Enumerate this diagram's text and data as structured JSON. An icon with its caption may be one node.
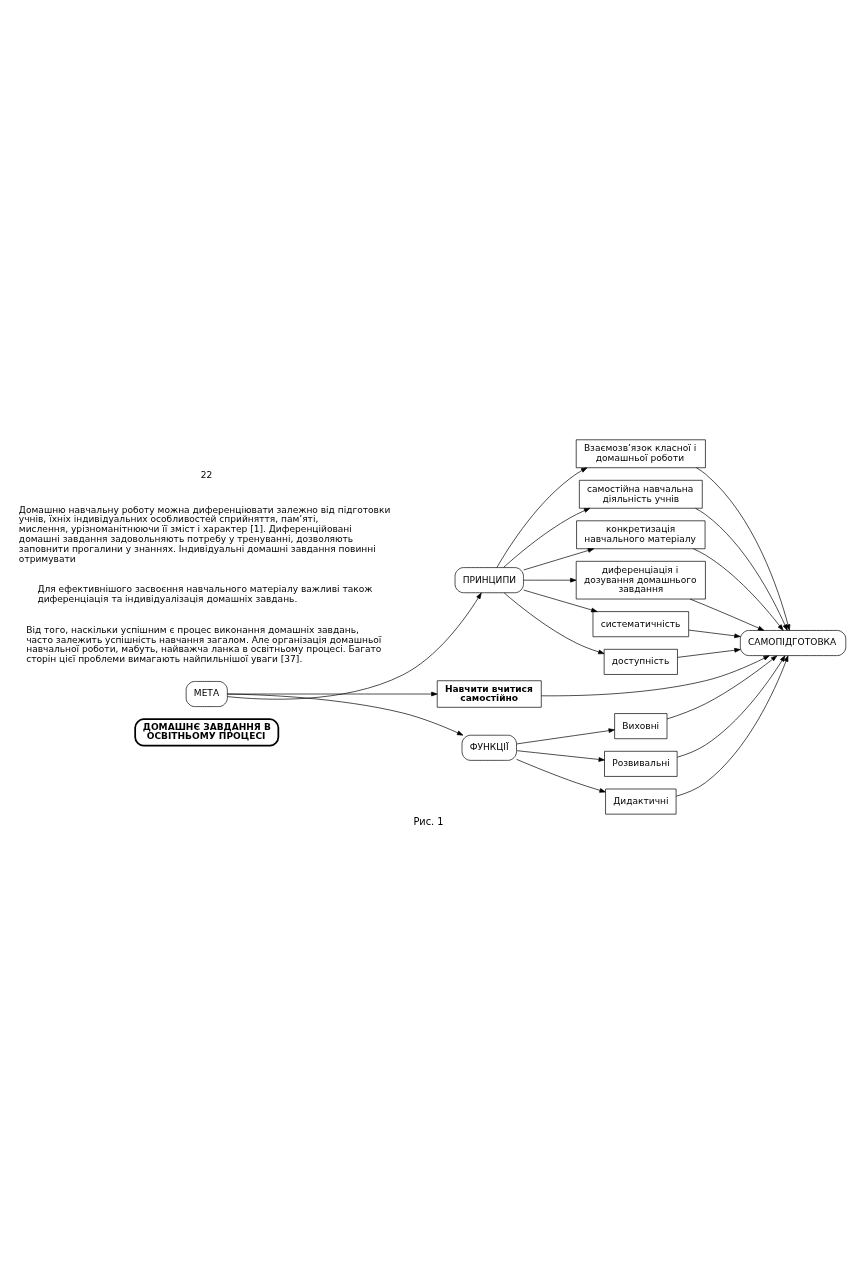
{
  "diagram": {
    "caption": "Рис. 1",
    "nodes": [
      {
        "text": [
          "ДОМАШНЄ ЗАВДАННЯ В ОСВІТНЬОМУ ПРОЦЕСІ"
        ]
      },
      {
        "text": [
          "ПРИНЦИПИ"
        ]
      },
      {
        "text": [
          "Взаємозв’язок класної і домашньої роботи"
        ]
      },
      {
        "text": [
          "самостійна навчальна діяльність учнів"
        ]
      },
      {
        "text": [
          "конкретизація навчального матеріалу"
        ]
      },
      {
        "text": [
          "диференціація і дозування домашнього завдання"
        ]
      },
      {
        "text": [
          "систематичність"
        ]
      },
      {
        "text": [
          "доступність"
        ]
      },
      {
        "text": [
          "МЕТА"
        ]
      },
      {
        "text": [
          "Навчити вчитися самостійно"
        ]
      },
      {
        "text": [
          "САМОПІДГОТОВКА"
        ]
      },
      {
        "text": [
          "ФУНКЦІЇ"
        ]
      },
      {
        "text": [
          "Виховні"
        ]
      },
      {
        "text": [
          "Розвивальні"
        ]
      },
      {
        "text": [
          "Дидактичні"
        ]
      }
    ],
    "edges": [
      {
        "from": 8,
        "to": 1,
        "arrow": "to"
      },
      {
        "from": 8,
        "to": 9,
        "arrow": "to"
      },
      {
        "from": 8,
        "to": 11,
        "arrow": "to"
      },
      {
        "from": 1,
        "to": 2,
        "arrow": "to"
      },
      {
        "from": 1,
        "to": 3,
        "arrow": "to"
      },
      {
        "from": 1,
        "to": 4,
        "arrow": "to"
      },
      {
        "from": 1,
        "to": 5,
        "arrow": "to"
      },
      {
        "from": 1,
        "to": 6,
        "arrow": "to"
      },
      {
        "from": 1,
        "to": 7,
        "arrow": "to"
      },
      {
        "from": 2,
        "to": 10,
        "arrow": "to"
      },
      {
        "from": 3,
        "to": 10,
        "arrow": "to"
      },
      {
        "from": 4,
        "to": 10,
        "arrow": "to"
      },
      {
        "from": 5,
        "to": 10,
        "arrow": "to"
      },
      {
        "from": 6,
        "to": 10,
        "arrow": "to"
      },
      {
        "from": 7,
        "to": 10,
        "arrow": "to"
      },
      {
        "from": 9,
        "to": 10,
        "arrow": "to"
      },
      {
        "from": 11,
        "to": 12,
        "arrow": "to"
      },
      {
        "from": 11,
        "to": 13,
        "arrow": "to"
      },
      {
        "from": 11,
        "to": 14,
        "arrow": "to"
      },
      {
        "from": 12,
        "to": 10,
        "arrow": "to"
      },
      {
        "from": 13,
        "to": 10,
        "arrow": "to"
      },
      {
        "from": 14,
        "to": 10,
        "arrow": "to"
      }
    ],
    "labels": [
      "Від того, наскільки успішним є процес виконання домашніх завдань, часто залежить успішність навчання загалом. Але організація домашньої навчальної роботи, мабуть, найважча ланка в освітньому процесі. Багато сторін цієї проблеми вимагають найпильнішої уваги [37].",
      "Для ефективнішого засвоєння навчального матеріалу важливі також диференціація та індивідуалізація домашніх завдань.",
      "Домашню навчальну роботу можна диференціювати залежно від підготовки учнів, їхніх індивідуальних особливостей сприйняття, пам’яті, мислення, урізноманітнюючи її зміст і характер [1]. Диференційовані домашні завдання задовольняють потребу у тренуванні, дозволяють заповнити прогалини у знаннях. Індивідуальні домашні завдання повинні отримувати",
      "22"
    ]
  }
}
